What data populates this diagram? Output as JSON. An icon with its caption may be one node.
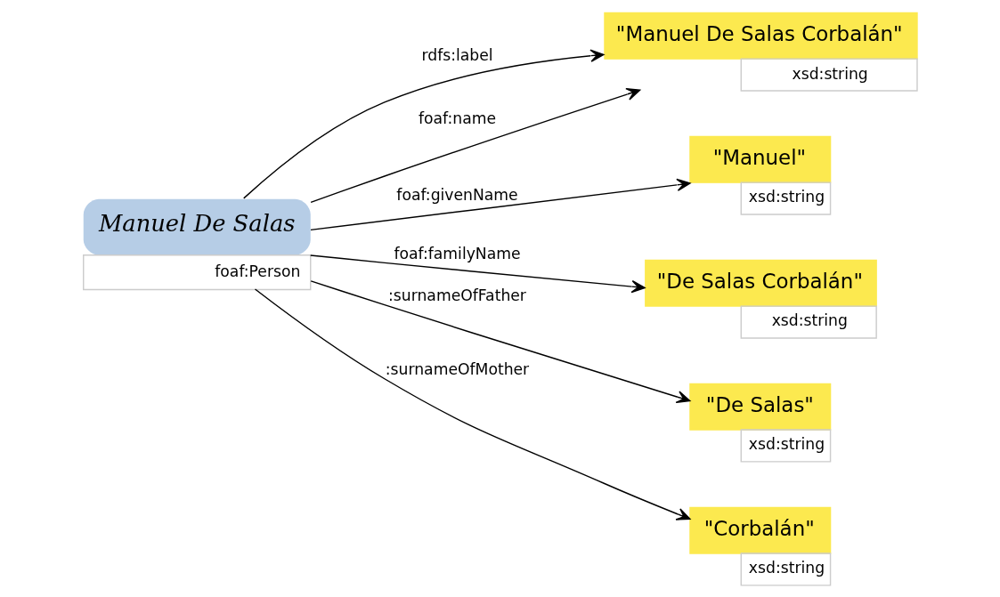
{
  "diagram": {
    "nodes": [
      {
        "text": [
          "Manuel De Salas",
          "foaf:Person"
        ]
      },
      {
        "text": [
          "\"Manuel De Salas Corbalán\"",
          "xsd:string"
        ]
      },
      {
        "text": [
          "\"Manuel\"",
          "xsd:string"
        ]
      },
      {
        "text": [
          "\"De Salas Corbalán\"",
          "xsd:string"
        ]
      },
      {
        "text": [
          "\"De Salas\"",
          "xsd:string"
        ]
      },
      {
        "text": [
          "\"Corbalán\"",
          "xsd:string"
        ]
      }
    ],
    "edges": [
      {
        "from": 0,
        "to": 1,
        "arrow": "to",
        "label": "rdfs:label"
      },
      {
        "from": 0,
        "to": 1,
        "arrow": "to",
        "label": "foaf:name"
      },
      {
        "from": 0,
        "to": 2,
        "arrow": "to",
        "label": "foaf:givenName"
      },
      {
        "from": 0,
        "to": 3,
        "arrow": "to",
        "label": "foaf:familyName"
      },
      {
        "from": 0,
        "to": 4,
        "arrow": "to",
        "label": ":surnameOfFather"
      },
      {
        "from": 0,
        "to": 5,
        "arrow": "to",
        "label": ":surnameOfMother"
      }
    ]
  }
}
